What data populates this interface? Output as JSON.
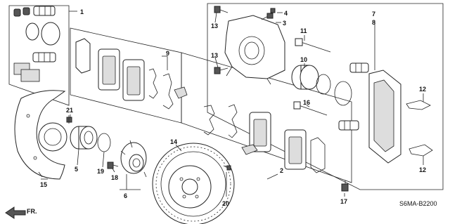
{
  "diagram": {
    "code": "S6MA-B2200",
    "fr_label": "FR.",
    "callouts": {
      "c1": "1",
      "c2": "2",
      "c3": "3",
      "c4": "4",
      "c5": "5",
      "c6": "6",
      "c7": "7",
      "c8": "8",
      "c9": "9",
      "c10": "10",
      "c11": "11",
      "c12a": "12",
      "c12b": "12",
      "c13a": "13",
      "c13b": "13",
      "c14": "14",
      "c15": "15",
      "c16": "16",
      "c17": "17",
      "c18": "18",
      "c19": "19",
      "c20": "20",
      "c21": "21"
    }
  }
}
